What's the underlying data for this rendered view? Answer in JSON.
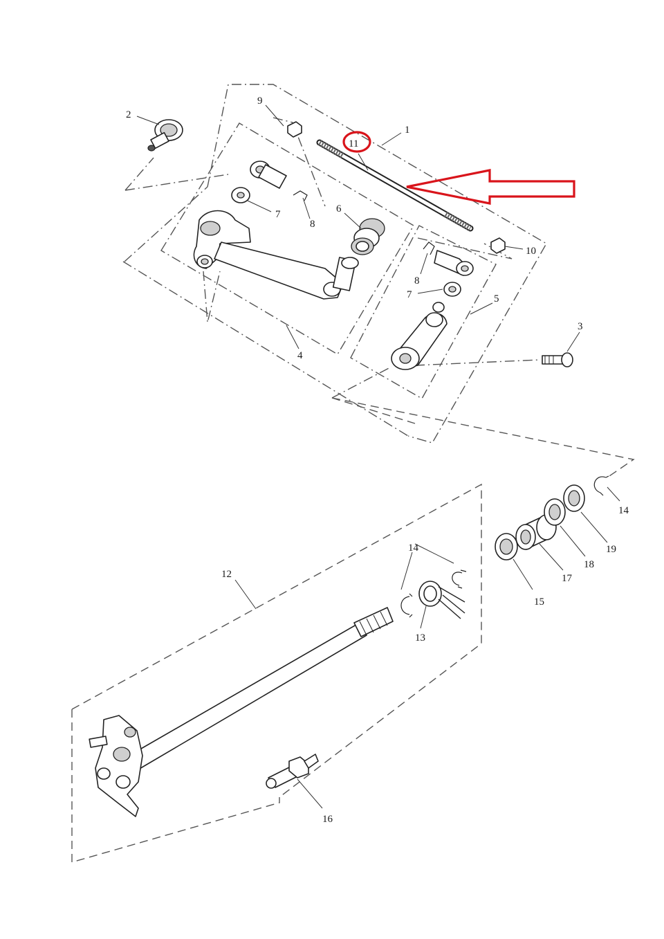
{
  "diagram": {
    "callouts": {
      "p1": "1",
      "p2": "2",
      "p3": "3",
      "p4": "4",
      "p5": "5",
      "p6": "6",
      "p7a": "7",
      "p7b": "7",
      "p8a": "8",
      "p8b": "8",
      "p9": "9",
      "p10": "10",
      "p11": "11",
      "p12": "12",
      "p13": "13",
      "p14a": "14",
      "p14b": "14",
      "p15": "15",
      "p16": "16",
      "p17": "17",
      "p18": "18",
      "p19": "19"
    },
    "highlight": {
      "color": "#d9141b",
      "target_callout": "11"
    }
  }
}
